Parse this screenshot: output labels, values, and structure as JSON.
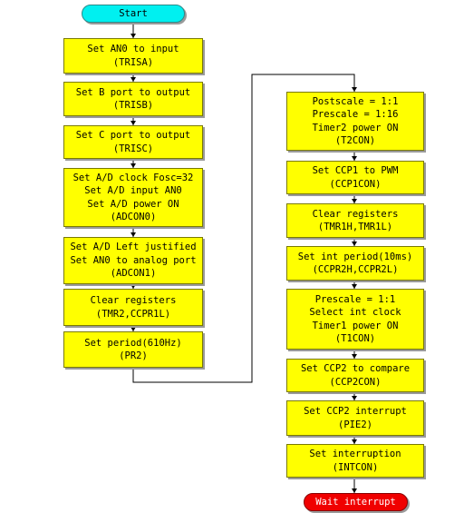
{
  "flowchart": {
    "start_label": "Start",
    "end_label": "Wait interrupt",
    "left_column": [
      {
        "lines": [
          "Set AN0 to input",
          "(TRISA)"
        ]
      },
      {
        "lines": [
          "Set B port to output",
          "(TRISB)"
        ]
      },
      {
        "lines": [
          "Set C port to output",
          "(TRISC)"
        ]
      },
      {
        "lines": [
          "Set A/D clock Fosc=32",
          "Set A/D input AN0",
          "Set A/D power ON",
          "(ADCON0)"
        ]
      },
      {
        "lines": [
          "Set A/D Left justified",
          "Set AN0 to analog port",
          "(ADCON1)"
        ]
      },
      {
        "lines": [
          "Clear registers",
          "(TMR2,CCPR1L)"
        ]
      },
      {
        "lines": [
          "Set period(610Hz)",
          "(PR2)"
        ]
      }
    ],
    "right_column": [
      {
        "lines": [
          "Postscale = 1:1",
          "Prescale = 1:16",
          "Timer2 power ON",
          "(T2CON)"
        ]
      },
      {
        "lines": [
          "Set CCP1 to PWM",
          "(CCP1CON)"
        ]
      },
      {
        "lines": [
          "Clear registers",
          "(TMR1H,TMR1L)"
        ]
      },
      {
        "lines": [
          "Set int period(10ms)",
          "(CCPR2H,CCPR2L)"
        ]
      },
      {
        "lines": [
          "Prescale = 1:1",
          "Select int clock",
          "Timer1 power ON",
          "(T1CON)"
        ]
      },
      {
        "lines": [
          "Set CCP2 to compare",
          "(CCP2CON)"
        ]
      },
      {
        "lines": [
          "Set CCP2 interrupt",
          "(PIE2)"
        ]
      },
      {
        "lines": [
          "Set interruption",
          "(INTCON)"
        ]
      }
    ],
    "colors": {
      "process": "#ffff00",
      "start": "#00f0f0",
      "end": "#f00000",
      "line": "#000000"
    }
  }
}
